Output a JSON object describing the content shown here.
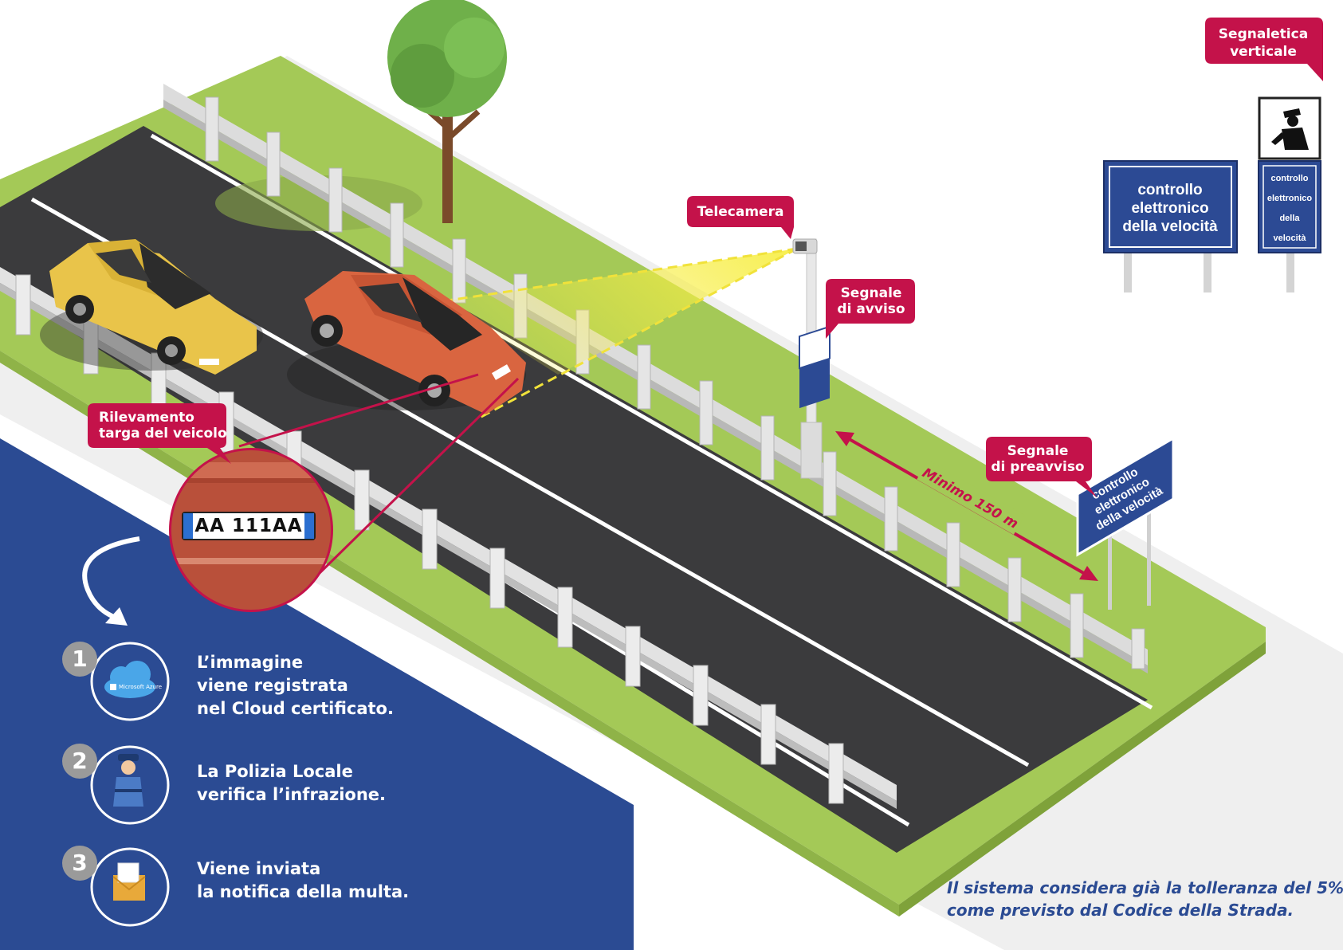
{
  "callouts": {
    "telecamera": "Telecamera",
    "segnale_avviso": [
      "Segnale",
      "di avviso"
    ],
    "segnale_preavviso": [
      "Segnale",
      "di preavviso"
    ],
    "segnaletica_verticale": [
      "Segnaletica",
      "verticale"
    ],
    "rilevamento": [
      "Rilevamento",
      "targa del veicolo"
    ]
  },
  "distance_label": "Minimo 150 m",
  "plate_number": "AA 111AA",
  "signs": {
    "large_sign": [
      "controllo",
      "elettronico",
      "della velocità"
    ],
    "narrow_sign": [
      "controllo",
      "elettronico",
      "della",
      "velocità"
    ],
    "preavviso_sign": [
      "controllo",
      "elettronico",
      "della velocità"
    ]
  },
  "steps": [
    {
      "number": "1",
      "icon": "cloud-icon",
      "icon_label": "Microsoft Azure",
      "lines": [
        "L’immagine",
        "viene registrata",
        "nel Cloud certificato."
      ]
    },
    {
      "number": "2",
      "icon": "police-officer-icon",
      "lines": [
        "La Polizia Locale",
        "verifica l’infrazione."
      ]
    },
    {
      "number": "3",
      "icon": "envelope-icon",
      "lines": [
        "Viene inviata",
        "la notifica della multa."
      ]
    }
  ],
  "footnote": [
    "Il sistema considera già la tolleranza del 5%",
    "come previsto dal Codice della Strada."
  ],
  "colors": {
    "accent": "#c4124a",
    "blue_panel": "#2b4b93",
    "grass": "#a4c957",
    "road": "#3a3a3a",
    "beam": "#f5e94a",
    "sign_blue": "#2c4a94"
  }
}
